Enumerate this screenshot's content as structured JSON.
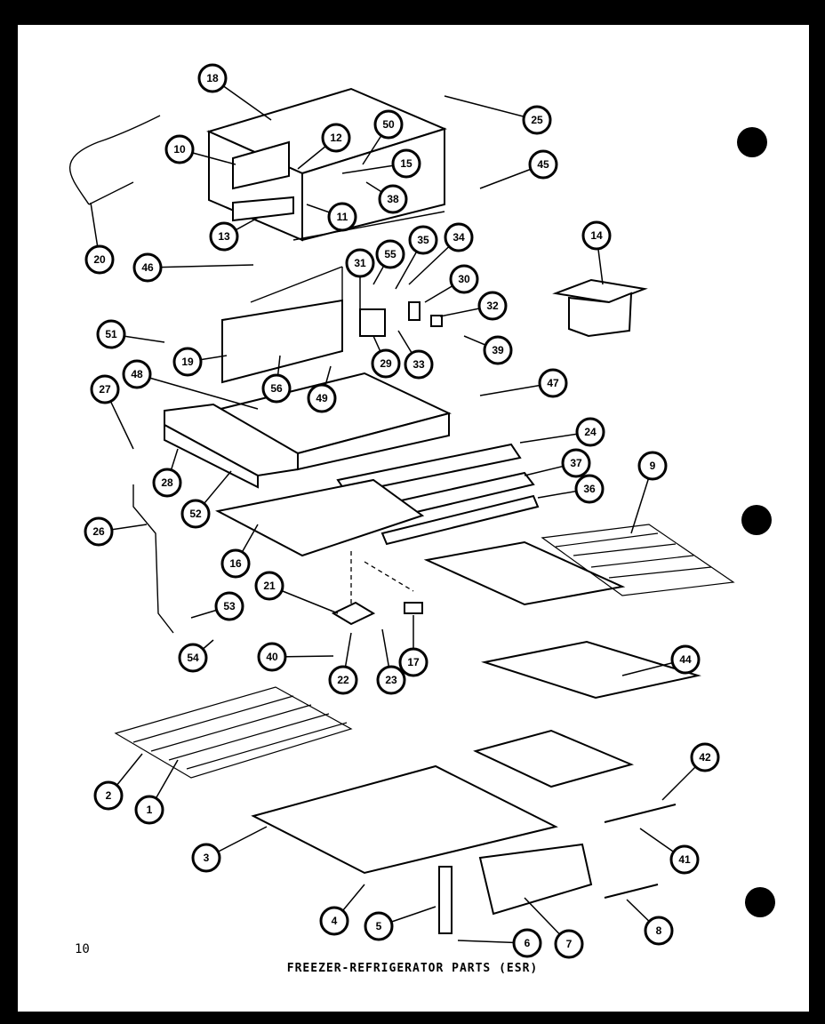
{
  "caption": "FREEZER-REFRIGERATOR PARTS (ESR)",
  "page_number": "10",
  "callouts": [
    {
      "label": "18"
    },
    {
      "label": "25"
    },
    {
      "label": "10"
    },
    {
      "label": "12"
    },
    {
      "label": "50"
    },
    {
      "label": "15"
    },
    {
      "label": "38"
    },
    {
      "label": "45"
    },
    {
      "label": "11"
    },
    {
      "label": "13"
    },
    {
      "label": "20"
    },
    {
      "label": "46"
    },
    {
      "label": "35"
    },
    {
      "label": "34"
    },
    {
      "label": "55"
    },
    {
      "label": "31"
    },
    {
      "label": "30"
    },
    {
      "label": "32"
    },
    {
      "label": "14"
    },
    {
      "label": "51"
    },
    {
      "label": "19"
    },
    {
      "label": "29"
    },
    {
      "label": "33"
    },
    {
      "label": "39"
    },
    {
      "label": "48"
    },
    {
      "label": "56"
    },
    {
      "label": "49"
    },
    {
      "label": "27"
    },
    {
      "label": "47"
    },
    {
      "label": "24"
    },
    {
      "label": "28"
    },
    {
      "label": "37"
    },
    {
      "label": "9"
    },
    {
      "label": "52"
    },
    {
      "label": "36"
    },
    {
      "label": "26"
    },
    {
      "label": "16"
    },
    {
      "label": "21"
    },
    {
      "label": "53"
    },
    {
      "label": "54"
    },
    {
      "label": "40"
    },
    {
      "label": "22"
    },
    {
      "label": "23"
    },
    {
      "label": "17"
    },
    {
      "label": "44"
    },
    {
      "label": "42"
    },
    {
      "label": "2"
    },
    {
      "label": "1"
    },
    {
      "label": "3"
    },
    {
      "label": "41"
    },
    {
      "label": "4"
    },
    {
      "label": "5"
    },
    {
      "label": "6"
    },
    {
      "label": "7"
    },
    {
      "label": "8"
    }
  ]
}
